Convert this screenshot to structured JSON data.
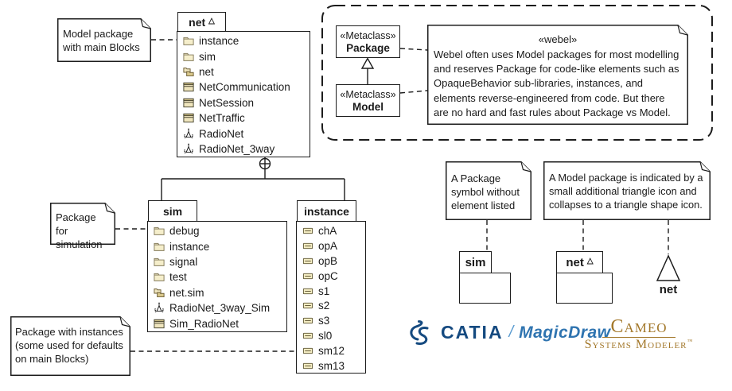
{
  "packages": {
    "net": {
      "tab": "net",
      "marker": "△",
      "items": [
        {
          "label": "instance",
          "icon": "folder-icon"
        },
        {
          "label": "sim",
          "icon": "folder-icon"
        },
        {
          "label": "net",
          "icon": "package-diagram-icon"
        },
        {
          "label": "NetCommunication",
          "icon": "block-icon"
        },
        {
          "label": "NetSession",
          "icon": "block-icon"
        },
        {
          "label": "NetTraffic",
          "icon": "block-icon"
        },
        {
          "label": "RadioNet",
          "icon": "radio-net-icon"
        },
        {
          "label": "RadioNet_3way",
          "icon": "radio-net-icon"
        }
      ]
    },
    "sim": {
      "tab": "sim",
      "items": [
        {
          "label": "debug",
          "icon": "folder-icon"
        },
        {
          "label": "instance",
          "icon": "folder-icon"
        },
        {
          "label": "signal",
          "icon": "folder-icon"
        },
        {
          "label": "test",
          "icon": "folder-icon"
        },
        {
          "label": "net.sim",
          "icon": "package-diagram-icon"
        },
        {
          "label": "RadioNet_3way_Sim",
          "icon": "radio-net-icon"
        },
        {
          "label": "Sim_RadioNet",
          "icon": "block-icon"
        }
      ]
    },
    "instance": {
      "tab": "instance",
      "items": [
        {
          "label": "chA",
          "icon": "instance-spec-icon"
        },
        {
          "label": "opA",
          "icon": "instance-spec-icon"
        },
        {
          "label": "opB",
          "icon": "instance-spec-icon"
        },
        {
          "label": "opC",
          "icon": "instance-spec-icon"
        },
        {
          "label": "s1",
          "icon": "instance-spec-icon"
        },
        {
          "label": "s2",
          "icon": "instance-spec-icon"
        },
        {
          "label": "s3",
          "icon": "instance-spec-icon"
        },
        {
          "label": "sl0",
          "icon": "instance-spec-icon"
        },
        {
          "label": "sm12",
          "icon": "instance-spec-icon"
        },
        {
          "label": "sm13",
          "icon": "instance-spec-icon"
        }
      ]
    }
  },
  "metaclasses": {
    "package": {
      "stereotype": "«Metaclass»",
      "name": "Package"
    },
    "model": {
      "stereotype": "«Metaclass»",
      "name": "Model"
    }
  },
  "notes": {
    "model_package": "Model package with main Blocks",
    "package_simulation": "Package for simulation",
    "package_instances": "Package with instances (some used for defaults on main Blocks)",
    "package_symbol": "A Package symbol without element listed",
    "model_symbol": "A Model package is indicated by a small additional triangle icon and collapses to a triangle shape icon.",
    "webel": {
      "stereotype": "«webel»",
      "body": "Webel often uses Model packages for most modelling and reserves Package for code-like elements such as OpaqueBehavior sub-libraries, instances, and elements reverse-engineered from code. But there are no hard and fast rules about Package vs Model."
    }
  },
  "symbols": {
    "sim_collapsed": {
      "tab": "sim"
    },
    "net_collapsed": {
      "tab": "net",
      "marker": "△"
    },
    "net_triangle_label": "net"
  },
  "logos": {
    "catia": {
      "mark": "3DS",
      "brand": "CATIA",
      "divider": "/",
      "product": "MagicDraw"
    },
    "cameo": {
      "initial": "C",
      "rest": "AMEO",
      "line2": "Systems Modeler",
      "tm": "™"
    }
  },
  "colors": {
    "line": "#1c1c1c",
    "folder_fill": "#f5eecb",
    "folder_stroke": "#83795a",
    "block_fill": "#efe5bd",
    "block_band": "#d3c48a",
    "catia_navy": "#154a80",
    "magicdraw_blue": "#2f74b0",
    "cameo_gold": "#a3782b"
  }
}
